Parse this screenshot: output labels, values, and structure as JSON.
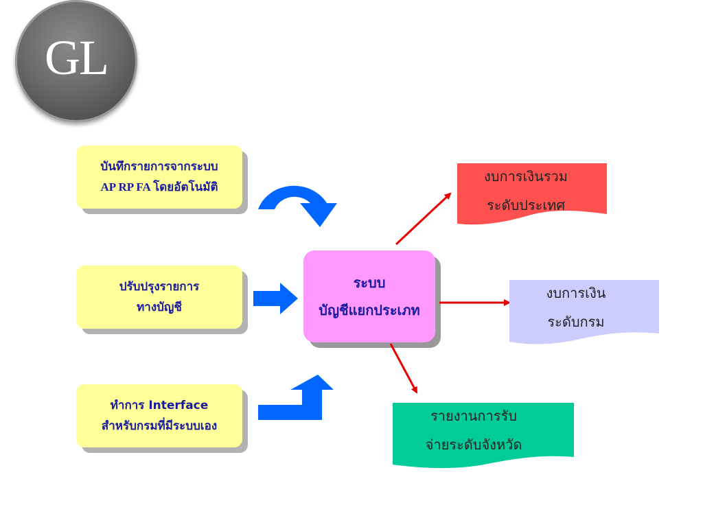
{
  "logo": {
    "text": "GL"
  },
  "inputs": [
    {
      "line1": "บันทึกรายการจากระบบ",
      "line2": "AP RP FA โดยอัตโนมัติ"
    },
    {
      "line1": "ปรับปรุงรายการ",
      "line2": "ทางบัญชี"
    },
    {
      "line1": "ทำการ Interface",
      "line2": "สำหรับกรมที่มีระบบเอง"
    }
  ],
  "center": {
    "line1": "ระบบ",
    "line2": "บัญชีแยกประเภท"
  },
  "outputs": [
    {
      "line1": "งบการเงินรวม",
      "line2": "ระดับประเทศ",
      "color": "#ff5050"
    },
    {
      "line1": "งบการเงิน",
      "line2": "ระดับกรม",
      "color": "#ccccff"
    },
    {
      "line1": "รายงานการรับ",
      "line2": "จ่ายระดับจังหวัด",
      "color": "#00cc99"
    }
  ],
  "colors": {
    "input_box": "#ffff99",
    "center_box": "#ff99ff",
    "text": "#1a1aa0",
    "blue_arrow": "#0066ff",
    "red_arrow": "#e60000"
  }
}
